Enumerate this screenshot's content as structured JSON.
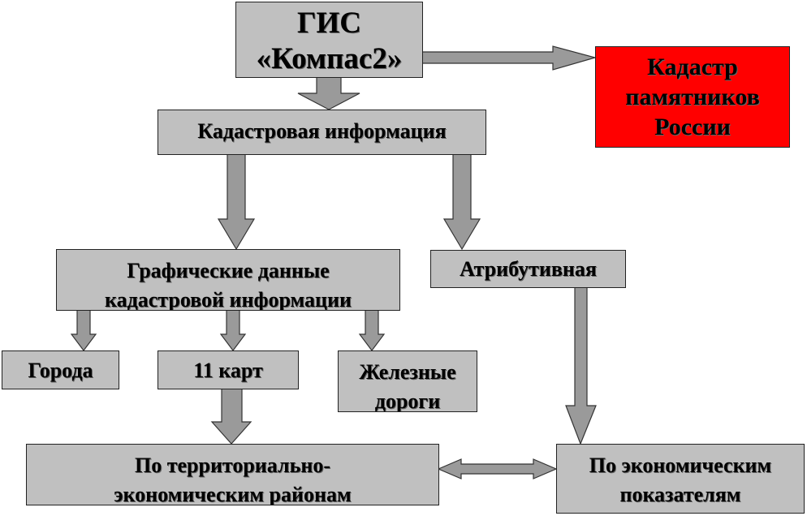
{
  "nodes": {
    "gis": {
      "line1": "ГИС",
      "line2": "«Компас2»"
    },
    "cadastre_monuments": {
      "line1": "Кадастр",
      "line2": "памятников",
      "line3": "России"
    },
    "cadastral_info": {
      "label": "Кадастровая информация"
    },
    "graphic_data": {
      "line1": "Графические данные",
      "line2": "кадастровой информации"
    },
    "attributive": {
      "label": "Атрибутивная"
    },
    "cities": {
      "label": "Города"
    },
    "maps": {
      "label": "11 карт"
    },
    "railways": {
      "line1": "Железные",
      "line2": "дороги"
    },
    "territorial": {
      "line1": "По территориально-",
      "line2": "экономическим районам"
    },
    "economic": {
      "line1": "По экономическим",
      "line2": "показателям"
    }
  },
  "colors": {
    "box": "#c0c0c0",
    "highlight": "#ff0000",
    "arrow": "#9a9a9a"
  }
}
